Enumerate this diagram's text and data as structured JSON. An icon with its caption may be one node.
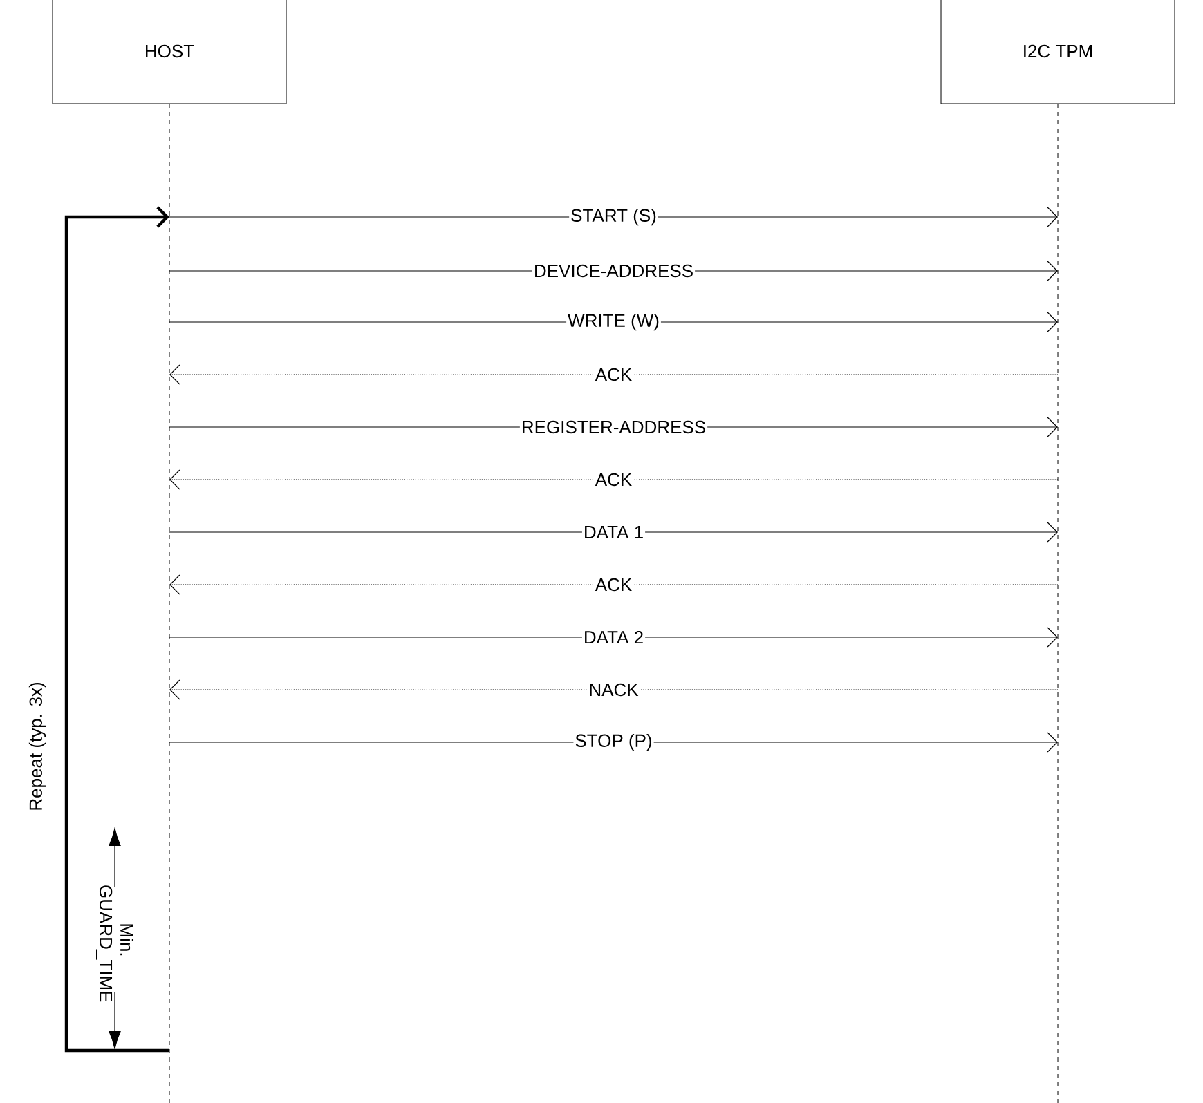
{
  "diagram": {
    "nodes": [
      {
        "text": [
          "HOST"
        ]
      },
      {
        "text": [
          "I2C TPM"
        ]
      }
    ],
    "edges": [
      {
        "from": 0,
        "to": 1,
        "arrow": "to",
        "label": "START (S)"
      },
      {
        "from": 0,
        "to": 1,
        "arrow": "to",
        "label": "DEVICE-ADDRESS"
      },
      {
        "from": 0,
        "to": 1,
        "arrow": "to",
        "label": "WRITE (W)"
      },
      {
        "from": 1,
        "to": 0,
        "arrow": "to",
        "label": "ACK",
        "style": "dashed"
      },
      {
        "from": 0,
        "to": 1,
        "arrow": "to",
        "label": "REGISTER-ADDRESS"
      },
      {
        "from": 1,
        "to": 0,
        "arrow": "to",
        "label": "ACK",
        "style": "dashed"
      },
      {
        "from": 0,
        "to": 1,
        "arrow": "to",
        "label": "DATA 1"
      },
      {
        "from": 1,
        "to": 0,
        "arrow": "to",
        "label": "ACK",
        "style": "dashed"
      },
      {
        "from": 0,
        "to": 1,
        "arrow": "to",
        "label": "DATA 2"
      },
      {
        "from": 1,
        "to": 0,
        "arrow": "to",
        "label": "NACK",
        "style": "dashed"
      },
      {
        "from": 0,
        "to": 1,
        "arrow": "to",
        "label": "STOP (P)"
      },
      {
        "from": 0,
        "to": 0,
        "arrow": "to",
        "label": "Repeat (typ. 3x)",
        "style": "thick"
      }
    ],
    "labels": [
      "Min. GUARD_TIME"
    ]
  }
}
